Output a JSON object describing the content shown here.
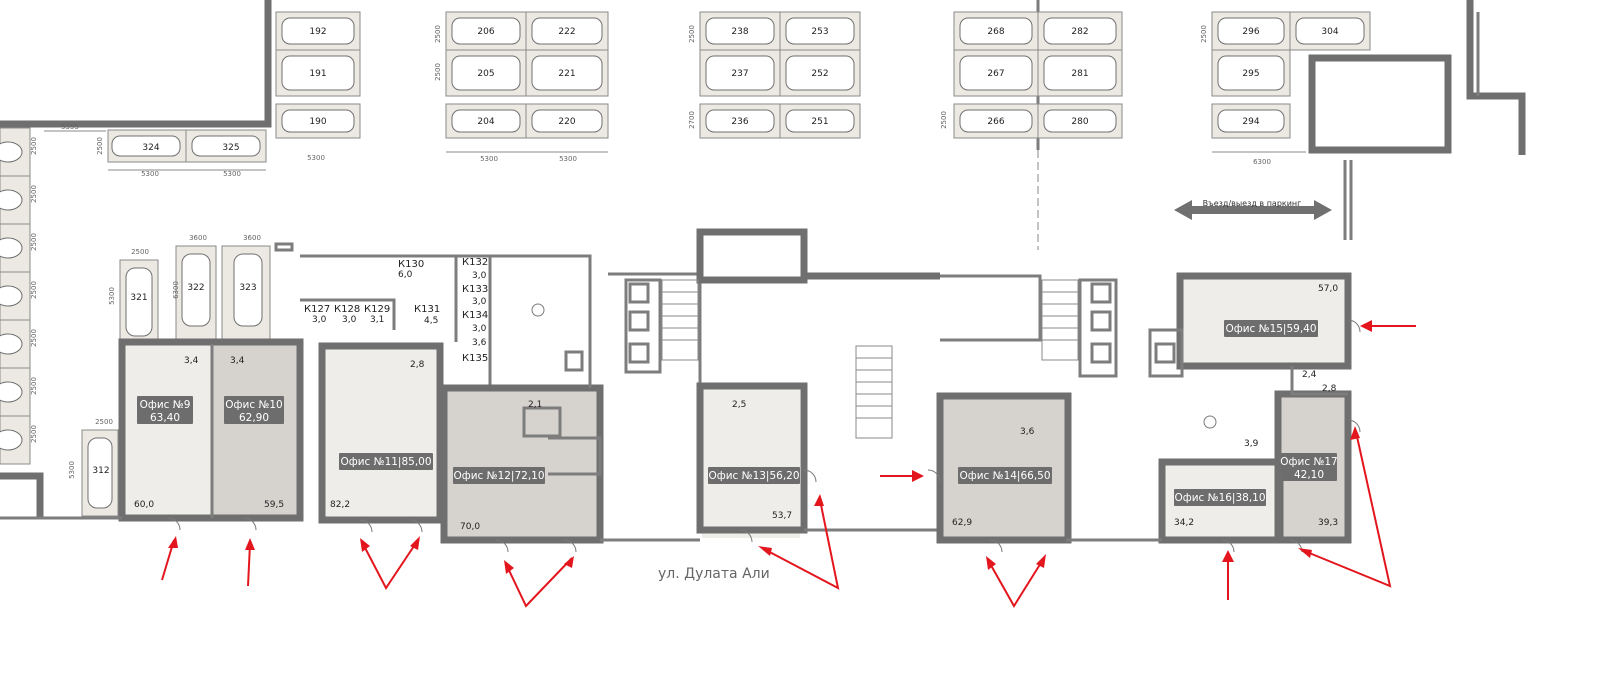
{
  "parking": {
    "spots": [
      {
        "num": "192",
        "col": 0,
        "row": 0
      },
      {
        "num": "191",
        "col": 0,
        "row": 1
      },
      {
        "num": "190",
        "col": 0,
        "row": 2
      },
      {
        "num": "206",
        "col": 1,
        "row": 0
      },
      {
        "num": "205",
        "col": 1,
        "row": 1
      },
      {
        "num": "204",
        "col": 1,
        "row": 2
      },
      {
        "num": "222",
        "col": 2,
        "row": 0
      },
      {
        "num": "221",
        "col": 2,
        "row": 1
      },
      {
        "num": "220",
        "col": 2,
        "row": 2
      },
      {
        "num": "238",
        "col": 3,
        "row": 0
      },
      {
        "num": "237",
        "col": 3,
        "row": 1
      },
      {
        "num": "236",
        "col": 3,
        "row": 2
      },
      {
        "num": "253",
        "col": 4,
        "row": 0
      },
      {
        "num": "252",
        "col": 4,
        "row": 1
      },
      {
        "num": "251",
        "col": 4,
        "row": 2
      },
      {
        "num": "268",
        "col": 5,
        "row": 0
      },
      {
        "num": "267",
        "col": 5,
        "row": 1
      },
      {
        "num": "266",
        "col": 5,
        "row": 2
      },
      {
        "num": "282",
        "col": 6,
        "row": 0
      },
      {
        "num": "281",
        "col": 6,
        "row": 1
      },
      {
        "num": "280",
        "col": 6,
        "row": 2
      },
      {
        "num": "296",
        "col": 7,
        "row": 0
      },
      {
        "num": "295",
        "col": 7,
        "row": 1
      },
      {
        "num": "294",
        "col": 7,
        "row": 2
      },
      {
        "num": "304",
        "col": 8,
        "row": 0
      }
    ],
    "side_spots": [
      {
        "num": "324",
        "id": "a"
      },
      {
        "num": "325",
        "id": "b"
      },
      {
        "num": "321",
        "id": "c"
      },
      {
        "num": "322",
        "id": "d"
      },
      {
        "num": "323",
        "id": "e"
      },
      {
        "num": "312",
        "id": "f"
      }
    ],
    "dims": {
      "d5355": "5355",
      "d5300": "5300",
      "d2500": "2500",
      "d3600": "3600",
      "d6300": "6300",
      "d2700": "2700",
      "d5300v": "5300"
    }
  },
  "entry": {
    "label": "Въезд/выезд в паркинг"
  },
  "storage": [
    {
      "id": "k127",
      "name": "К127",
      "area": "3,0"
    },
    {
      "id": "k128",
      "name": "К128",
      "area": "3,0"
    },
    {
      "id": "k129",
      "name": "К129",
      "area": "3,1"
    },
    {
      "id": "k130",
      "name": "К130",
      "area": "6,0"
    },
    {
      "id": "k131",
      "name": "К131",
      "area": "4,5"
    },
    {
      "id": "k132",
      "name": "К132",
      "area": "3,0"
    },
    {
      "id": "k133",
      "name": "К133",
      "area": "3,0"
    },
    {
      "id": "k134",
      "name": "К134",
      "area": "3,0"
    },
    {
      "id": "k135",
      "name": "К135",
      "area": "3,6"
    }
  ],
  "offices": [
    {
      "id": "o9",
      "line1": "Офис №9",
      "line2": "63,40",
      "room": "60,0"
    },
    {
      "id": "o10",
      "line1": "Офис №10",
      "line2": "62,90",
      "room": "59,5"
    },
    {
      "id": "o11",
      "line1": "Офис №11|85,00",
      "room": "82,2"
    },
    {
      "id": "o12",
      "line1": "Офис №12|72,10",
      "room": "70,0"
    },
    {
      "id": "o13",
      "line1": "Офис №13|56,20",
      "room": "53,7"
    },
    {
      "id": "o14",
      "line1": "Офис №14|66,50",
      "room": "62,9"
    },
    {
      "id": "o15",
      "line1": "Офис №15|59,40",
      "room": "57,0"
    },
    {
      "id": "o16",
      "line1": "Офис №16|38,10",
      "room": "34,2"
    },
    {
      "id": "o17",
      "line1": "Офис №17",
      "line2": "42,10",
      "room": "39,3"
    }
  ],
  "wc": {
    "w34a": "3,4",
    "w34b": "3,4",
    "w28a": "2,8",
    "w21": "2,1",
    "w25": "2,5",
    "w36": "3,6",
    "w24": "2,4",
    "w28b": "2,8",
    "w39": "3,9"
  },
  "street": "ул. Дулата Али",
  "colors": {
    "arrow": "#e3161e",
    "wall": "#6f6f6f",
    "office_light": "#efedea",
    "office_dark": "#d6d3ce",
    "label_bg": "#6d6d6d"
  }
}
